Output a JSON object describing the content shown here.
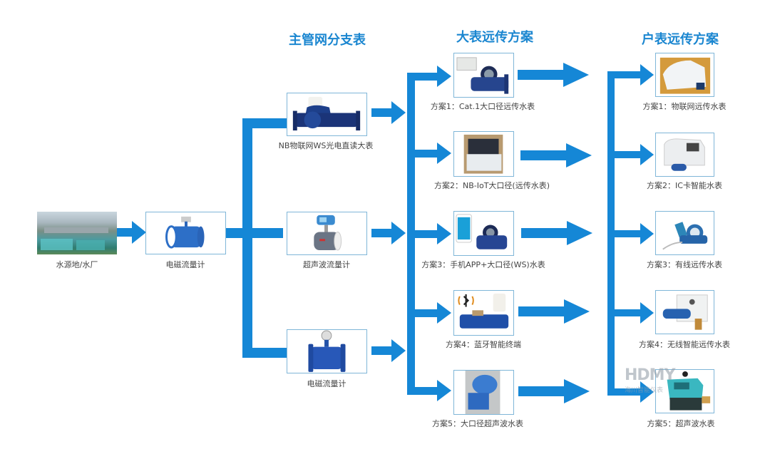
{
  "headers": {
    "branch": "主管网分支表",
    "big_meter": "大表远传方案",
    "household": "户表远传方案"
  },
  "source": {
    "label": "水源地/水厂",
    "icon": "water-plant-photo"
  },
  "main_meter": {
    "label": "电磁流量计",
    "icon": "electromagnetic-flowmeter"
  },
  "branch_meters": [
    {
      "label": "NB物联网WS光电直读大表",
      "icon": "nb-iot-photoelectric-meter"
    },
    {
      "label": "超声波流量计",
      "icon": "ultrasonic-flowmeter"
    },
    {
      "label": "电磁流量计",
      "icon": "electromagnetic-flowmeter"
    }
  ],
  "big_meter_plans": [
    {
      "label": "方案1：Cat.1大口径远传水表",
      "icon": "cat1-remote-meter"
    },
    {
      "label": "方案2：NB-IoT大口径(远传水表)",
      "icon": "nb-iot-large-meter"
    },
    {
      "label": "方案3：手机APP+大口径(WS)水表",
      "icon": "phone-app-meter"
    },
    {
      "label": "方案4：蓝牙智能终端",
      "icon": "bluetooth-terminal"
    },
    {
      "label": "方案5：大口径超声波水表",
      "icon": "large-ultrasonic-meter"
    }
  ],
  "household_plans": [
    {
      "label": "方案1：物联网远传水表",
      "icon": "iot-remote-meter"
    },
    {
      "label": "方案2：IC卡智能水表",
      "icon": "ic-card-meter"
    },
    {
      "label": "方案3：有线远传水表",
      "icon": "wired-remote-meter"
    },
    {
      "label": "方案4：无线智能远传水表",
      "icon": "wireless-smart-meter"
    },
    {
      "label": "方案5：超声波水表",
      "icon": "ultrasonic-water-meter"
    }
  ],
  "watermark": {
    "logo": "HDMY",
    "text": "海川智能仪表"
  },
  "colors": {
    "accent": "#1587d6",
    "title": "#1a86d0",
    "box_border": "#7fb6d8"
  }
}
